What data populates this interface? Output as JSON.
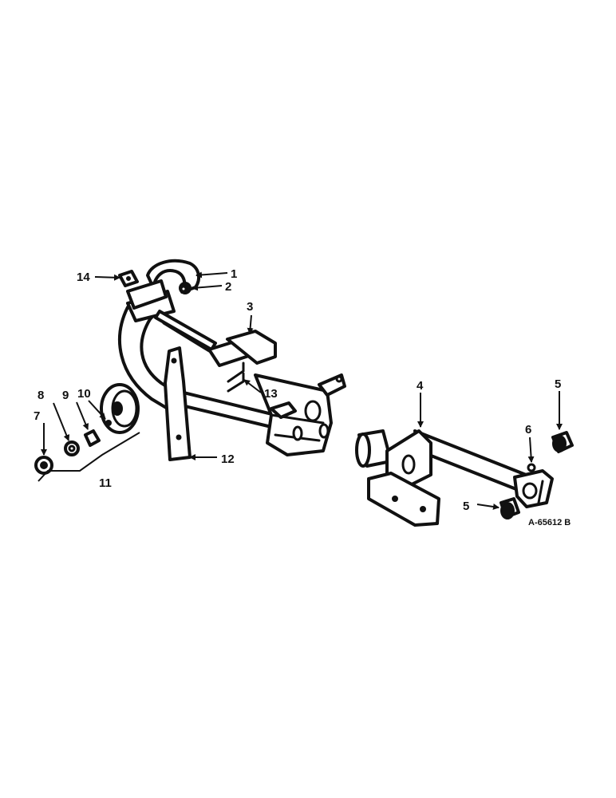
{
  "callouts": {
    "c1": "1",
    "c2": "2",
    "c3": "3",
    "c4": "4",
    "c5a": "5",
    "c5b": "5",
    "c6": "6",
    "c7": "7",
    "c8": "8",
    "c9": "9",
    "c10": "10",
    "c11": "11",
    "c12": "12",
    "c13": "13",
    "c14": "14"
  },
  "drawing_number": "A-65612 B",
  "colors": {
    "ink": "#111111",
    "paper": "#ffffff"
  }
}
